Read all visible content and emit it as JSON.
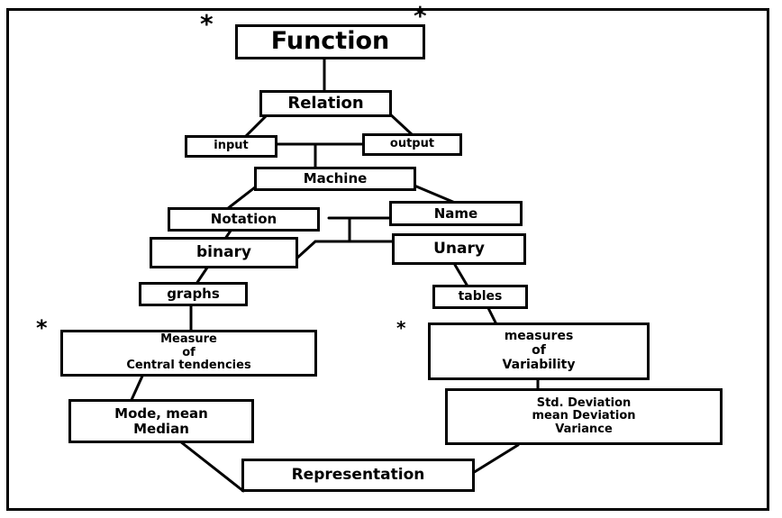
{
  "nodes": {
    "function": "Function",
    "relation": "Relation",
    "input": "input",
    "output": "output",
    "machine": "Machine",
    "notation": "Notation",
    "name": "Name",
    "binary": "binary",
    "unary": "Unary",
    "graphs": "graphs",
    "tables": "tables",
    "measures_central": "Measure\nof\nCentral tendencies",
    "measures_variability": "measures\nof\nVariability",
    "mode_mean_median": "Mode, mean\nMedian",
    "deviation": "Std. Deviation\nmean Deviation\nVariance",
    "representation": "Representation"
  },
  "stars": [
    "*",
    "*",
    "*",
    "*"
  ],
  "colors": {
    "ink": "#000000",
    "background": "#ffffff"
  }
}
